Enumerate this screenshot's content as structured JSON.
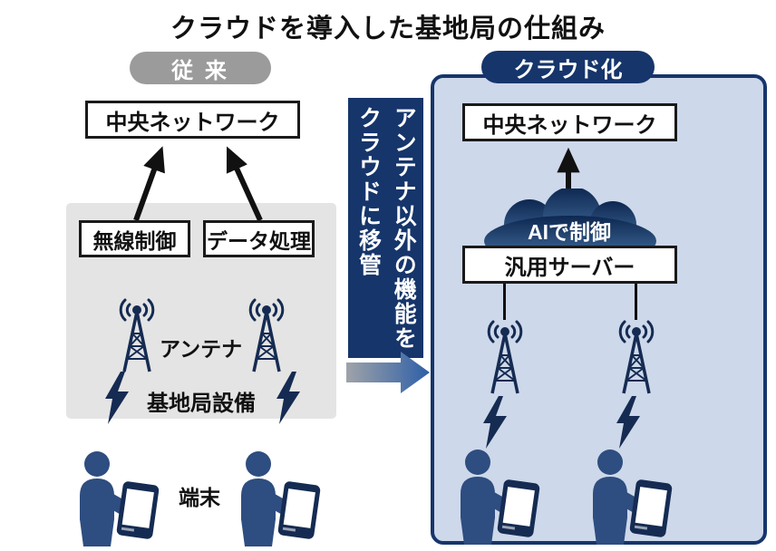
{
  "title": "クラウドを導入した基地局の仕組み",
  "left": {
    "era_label": "従 来",
    "central_network": "中央ネットワーク",
    "radio_control": "無線制御",
    "data_processing": "データ処理",
    "antenna_label": "アンテナ",
    "base_station_label": "基地局設備",
    "terminal_label": "端末"
  },
  "middle": {
    "transfer_note": "アンテナ以外の機能を\nクラウドに移管"
  },
  "right": {
    "era_label": "クラウド化",
    "central_network": "中央ネットワーク",
    "ai_cloud_label": "AIで制御",
    "server_label": "汎用サーバー"
  },
  "colors": {
    "navy": "#16356b",
    "panel_blue": "#cdd8ea",
    "box_gray": "#e4e4e4",
    "pill_gray": "#9b9b9b",
    "arrow_black": "#111111",
    "icon_navy": "#152b52",
    "person_navy": "#2e4d80",
    "arrow_gradient_start": "#9fa3a9",
    "arrow_gradient_end": "#2e5fa7"
  },
  "icons": {
    "antenna": "antenna-tower-icon",
    "lightning": "lightning-bolt-icon",
    "person": "person-with-tablet-icon",
    "cloud": "cloud-icon",
    "up_arrow": "arrow-up-icon",
    "transfer_arrow": "arrow-right-icon"
  }
}
